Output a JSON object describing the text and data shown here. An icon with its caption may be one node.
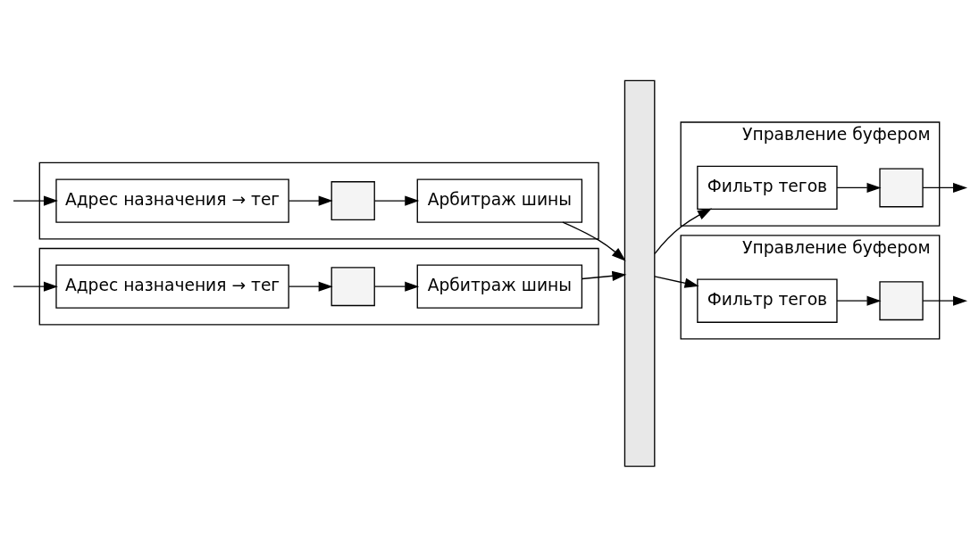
{
  "diagram": {
    "nodes": [
      {
        "text": [],
        "shape": "box"
      },
      {
        "text": [
          "Адрес назначения → тег"
        ],
        "in": 0
      },
      {
        "text": [],
        "shape": "box",
        "in": 0
      },
      {
        "text": [
          "Арбитраж шины"
        ],
        "in": 0
      },
      {
        "text": [],
        "shape": "bar"
      },
      {
        "text": [
          "Управление буфером"
        ]
      },
      {
        "text": [
          "Фильтр тегов"
        ],
        "in": 5
      },
      {
        "text": [],
        "shape": "box",
        "in": 5
      },
      {
        "text": [],
        "shape": "box"
      },
      {
        "text": [
          "Адрес назначения → тег"
        ],
        "in": 8
      },
      {
        "text": [],
        "shape": "box",
        "in": 8
      },
      {
        "text": [
          "Арбитраж шины"
        ],
        "in": 8
      },
      {
        "text": [
          "Управление буфером"
        ]
      },
      {
        "text": [
          "Фильтр тегов"
        ],
        "in": 12
      },
      {
        "text": [],
        "shape": "box",
        "in": 12
      }
    ],
    "edges": [
      {
        "from": null,
        "to": 1,
        "arrow": "to"
      },
      {
        "from": 1,
        "to": 2,
        "arrow": "to"
      },
      {
        "from": 2,
        "to": 3,
        "arrow": "to"
      },
      {
        "from": 3,
        "to": 4,
        "arrow": "to"
      },
      {
        "from": 4,
        "to": 6,
        "arrow": "to"
      },
      {
        "from": 6,
        "to": 7,
        "arrow": "to"
      },
      {
        "from": 7,
        "to": null,
        "arrow": "to"
      },
      {
        "from": null,
        "to": 9,
        "arrow": "to"
      },
      {
        "from": 9,
        "to": 10,
        "arrow": "to"
      },
      {
        "from": 10,
        "to": 11,
        "arrow": "to"
      },
      {
        "from": 11,
        "to": 4,
        "arrow": "to"
      },
      {
        "from": 4,
        "to": 13,
        "arrow": "to"
      },
      {
        "from": 13,
        "to": 14,
        "arrow": "to"
      },
      {
        "from": 14,
        "to": null,
        "arrow": "to"
      }
    ]
  }
}
